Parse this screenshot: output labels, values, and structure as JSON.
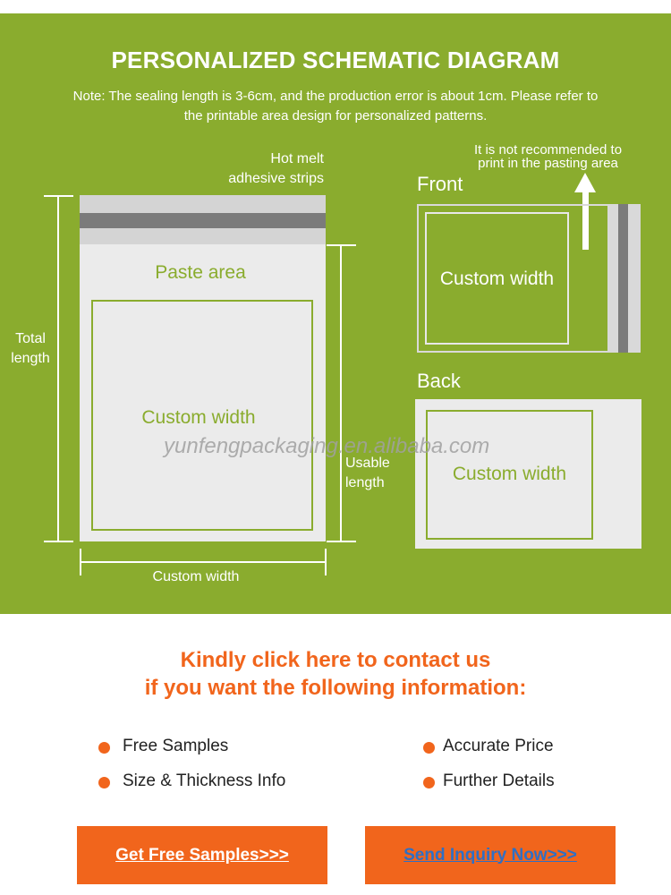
{
  "header": {
    "title": "PERSONALIZED SCHEMATIC DIAGRAM",
    "note_line1": "Note: The sealing length is 3-6cm, and the production error is about 1cm. Please refer to",
    "note_line2": "the printable area design for personalized patterns."
  },
  "diagram": {
    "hot_melt_line1": "Hot melt",
    "hot_melt_line2": "adhesive strips",
    "paste_area": "Paste area",
    "custom_width_inner": "Custom width",
    "total_length_line1": "Total",
    "total_length_line2": "length",
    "usable_length_line1": "Usable",
    "usable_length_line2": "length",
    "custom_width_bottom": "Custom width",
    "watermark": "yunfengpackaging.en.alibaba.com",
    "warning_line1": "It is not recommended to",
    "warning_line2": "print in the pasting area",
    "front_label": "Front",
    "front_box": "Custom width",
    "back_label": "Back",
    "back_box": "Custom width"
  },
  "contact": {
    "line1": "Kindly click here to contact us",
    "line2": "if you want the following information:",
    "items": [
      "Free Samples",
      "Accurate Price",
      "Size & Thickness Info",
      "Further Details"
    ]
  },
  "buttons": {
    "samples": "Get Free Samples>>>",
    "inquiry": "Send Inquiry Now>>>"
  },
  "colors": {
    "green": "#8aac2e",
    "orange": "#f1651c",
    "inquiry_text": "#2f6fc4"
  }
}
